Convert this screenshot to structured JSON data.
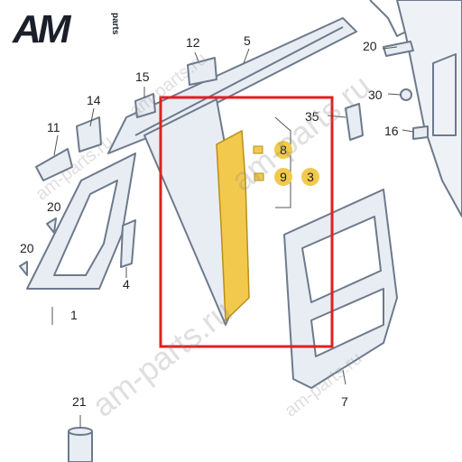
{
  "logo": {
    "main": "AM",
    "sub": "parts"
  },
  "callouts": [
    "1",
    "3",
    "4",
    "5",
    "7",
    "8",
    "9",
    "11",
    "12",
    "14",
    "15",
    "16",
    "20",
    "20",
    "20",
    "21",
    "30",
    "35"
  ],
  "watermarks": [
    "am-parts.ru",
    "am-parts.ru",
    "am-parts.ru",
    "am-parts.ru",
    "am-parts.ru"
  ],
  "colors": {
    "highlight_frame": "#e02020",
    "highlight_part": "#f2c94c",
    "line": "#6d7a8c",
    "fill": "#e8edf3"
  }
}
